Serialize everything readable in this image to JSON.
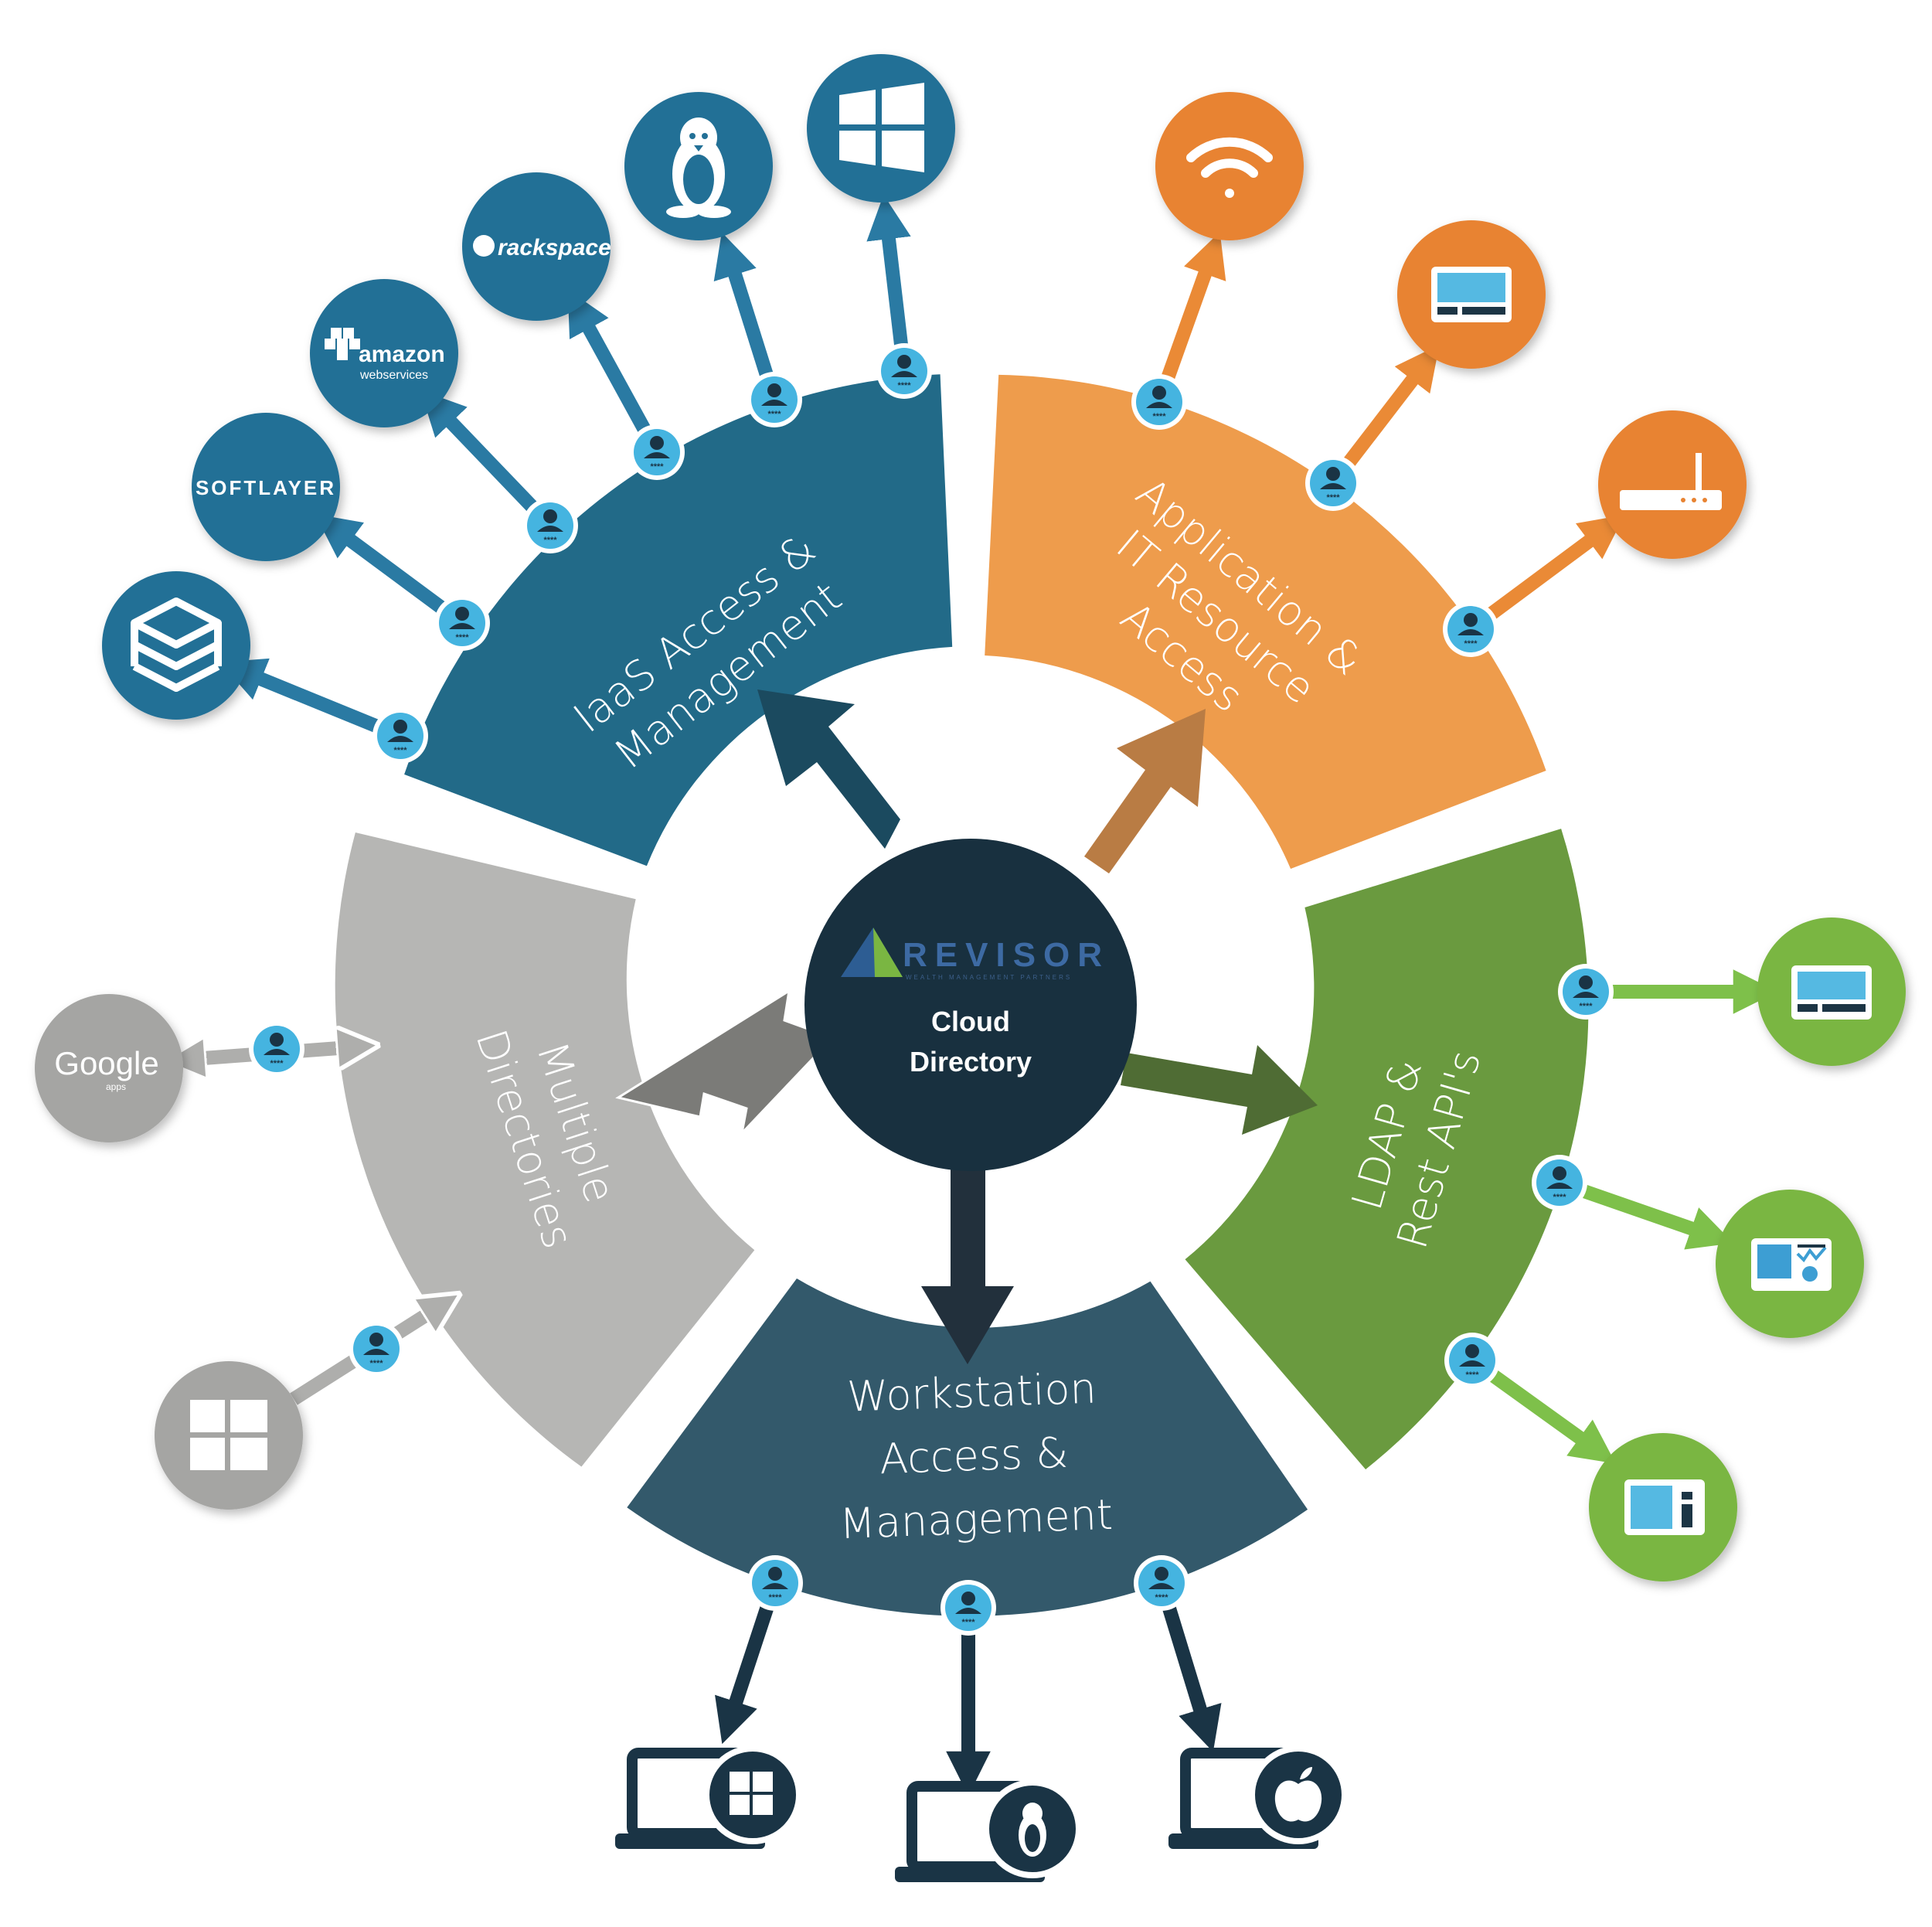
{
  "hub": {
    "brand": "REVISOR",
    "brand_tagline": "WEALTH MANAGEMENT PARTNERS",
    "title_line1": "Cloud",
    "title_line2": "Directory"
  },
  "segments": {
    "iaas": {
      "line1": "IaaS Access &",
      "line2": "Management",
      "color": "#226a88"
    },
    "application": {
      "line1": "Application &",
      "line2": "IT Resource",
      "line3": "Access",
      "color": "#ee9c4c"
    },
    "ldap": {
      "line1": "LDAP &",
      "line2": "Rest API's",
      "color": "#6a9a3f"
    },
    "workstation": {
      "line1": "Workstation",
      "line2": "Access &",
      "line3": "Management",
      "color": "#33596b"
    },
    "directories": {
      "line1": "Multiple",
      "line2": "Directories",
      "color": "#b6b6b4"
    }
  },
  "iaas_targets": [
    {
      "icon": "layers-icon"
    },
    {
      "icon": "softlayer-logo",
      "label": "SOFTLAYER"
    },
    {
      "icon": "amazon-logo",
      "label": "amazon",
      "sublabel": "webservices"
    },
    {
      "icon": "rackspace-logo",
      "label": "rackspace"
    },
    {
      "icon": "linux-icon"
    },
    {
      "icon": "windows-icon"
    }
  ],
  "application_targets": [
    {
      "icon": "wifi-icon"
    },
    {
      "icon": "monitor-icon"
    },
    {
      "icon": "router-icon"
    }
  ],
  "ldap_targets": [
    {
      "icon": "monitor-icon"
    },
    {
      "icon": "dashboard-icon"
    },
    {
      "icon": "sidebar-app-icon"
    }
  ],
  "workstation_targets": [
    {
      "icon": "windows-laptop-icon"
    },
    {
      "icon": "linux-laptop-icon"
    },
    {
      "icon": "apple-laptop-icon"
    }
  ],
  "directory_targets": [
    {
      "icon": "google-logo",
      "label": "Google",
      "sublabel": "apps"
    },
    {
      "icon": "windows-icon"
    }
  ],
  "user_badge": {
    "icon": "user-icon",
    "password_mask": "****"
  },
  "colors": {
    "iaas_circle": "#237096",
    "orange_circle": "#e88331",
    "green_circle": "#7ab642",
    "grey_circle": "#a5a5a3",
    "navy": "#1a3445",
    "badge": "#45b4e0",
    "iaas_arrow": "#2a7aa3",
    "orange_arrow": "#ea8a36",
    "green_arrow": "#7ec04a",
    "grey_arrow": "#aeaeac"
  }
}
